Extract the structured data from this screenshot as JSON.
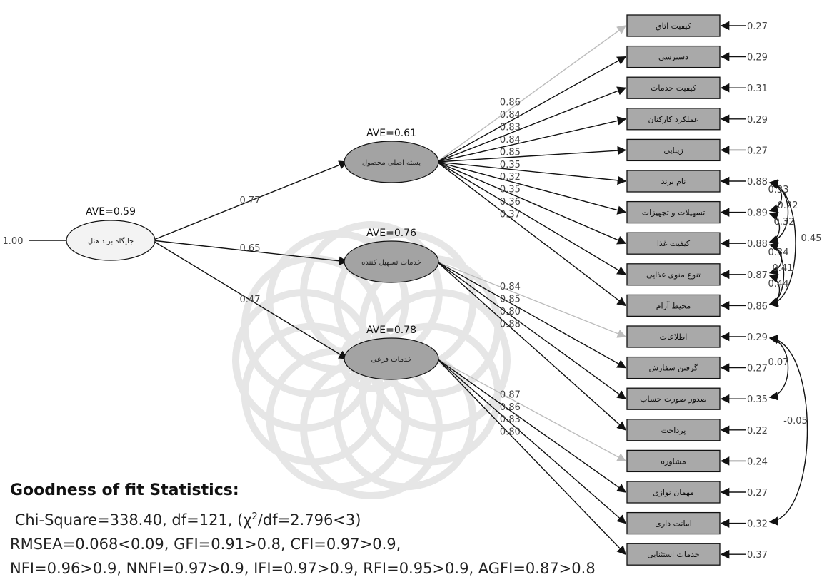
{
  "diagram": {
    "root": {
      "label": "جایگاه برند هتل",
      "ave": "AVE=0.59",
      "variance": "1.00"
    },
    "latents": [
      {
        "label": "بسته اصلی محصول",
        "ave": "AVE=0.61",
        "path": "0.77"
      },
      {
        "label": "خدمات تسهیل کننده",
        "ave": "AVE=0.76",
        "path": "0.65"
      },
      {
        "label": "خدمات فرعی",
        "ave": "AVE=0.78",
        "path": "0.47"
      }
    ],
    "indicators": [
      {
        "label": "کیفیت اتاق",
        "loading": "0.86",
        "error": "0.27"
      },
      {
        "label": "دسترسی",
        "loading": "0.84",
        "error": "0.29"
      },
      {
        "label": "کیفیت خدمات",
        "loading": "0.83",
        "error": "0.31"
      },
      {
        "label": "عملکرد کارکنان",
        "loading": "0.84",
        "error": "0.29"
      },
      {
        "label": "زیبایی",
        "loading": "0.85",
        "error": "0.27"
      },
      {
        "label": "نام برند",
        "loading": "0.35",
        "error": "0.88"
      },
      {
        "label": "تسهیلات و تجهیزات",
        "loading": "0.32",
        "error": "0.89"
      },
      {
        "label": "کیفیت غذا",
        "loading": "0.35",
        "error": "0.88"
      },
      {
        "label": "تنوع منوی غذایی",
        "loading": "0.36",
        "error": "0.87"
      },
      {
        "label": "محیط آرام",
        "loading": "0.37",
        "error": "0.86"
      },
      {
        "label": "اطلاعات",
        "loading": "0.84",
        "error": "0.29"
      },
      {
        "label": "گرفتن سفارش",
        "loading": "0.85",
        "error": "0.27"
      },
      {
        "label": "صدور صورت حساب",
        "loading": "0.80",
        "error": "0.35"
      },
      {
        "label": "پرداخت",
        "loading": "0.88",
        "error": "0.22"
      },
      {
        "label": "مشاوره",
        "loading": "0.87",
        "error": "0.24"
      },
      {
        "label": "مهمان نوازی",
        "loading": "0.86",
        "error": "0.27"
      },
      {
        "label": "امانت داری",
        "loading": "0.83",
        "error": "0.32"
      },
      {
        "label": "خدمات استثنایی",
        "loading": "0.80",
        "error": "0.37"
      }
    ],
    "covariances": [
      "0.33",
      "0.22",
      "0.32",
      "0.45",
      "0.34",
      "0.41",
      "0.44",
      "0.07",
      "-0.05"
    ]
  },
  "fit": {
    "title": "Goodness of fit Statistics:",
    "line1_pre": "Chi-Square=338.40, df=121, (χ",
    "line1_sup": "2",
    "line1_post": "/df=2.796<3)",
    "line2": "RMSEA=0.068<0.09, GFI=0.91>0.8, CFI=0.97>0.9,",
    "line3": "NFI=0.96>0.9, NNFI=0.97>0.9, IFI=0.97>0.9, RFI=0.95>0.9, AGFI=0.87>0.8"
  }
}
